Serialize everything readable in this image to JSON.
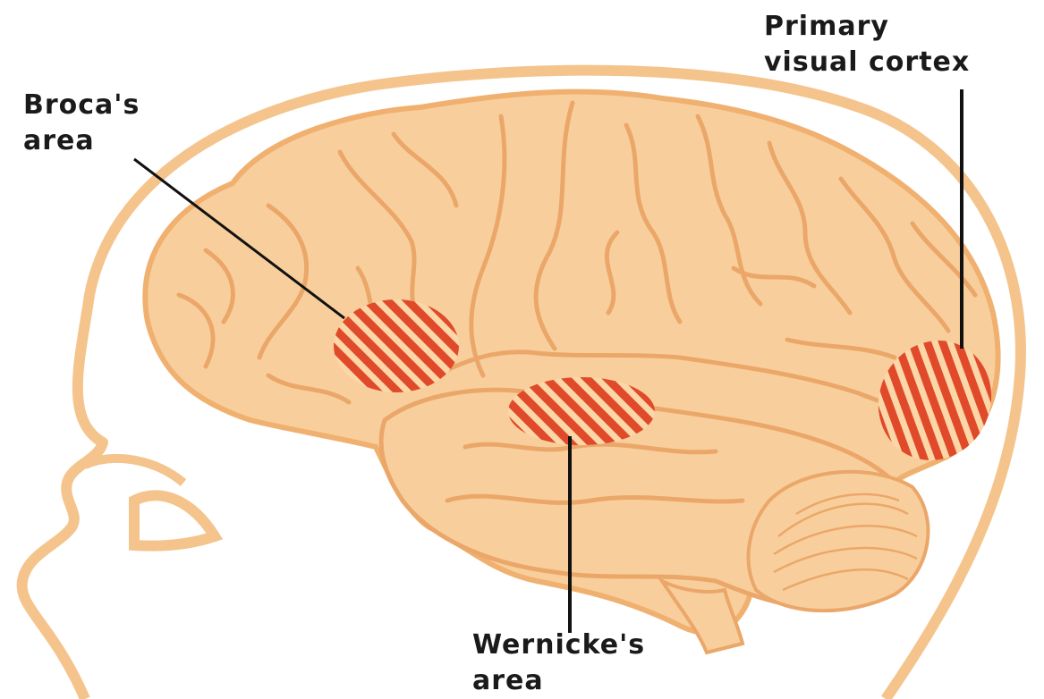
{
  "labels": {
    "broca": [
      "Broca's",
      "area"
    ],
    "visual": [
      "Primary",
      "visual cortex"
    ],
    "wernicke": [
      "Wernicke's",
      "area"
    ]
  },
  "colors": {
    "background": "#ffffff",
    "head_outline": "#f4c48c",
    "brain_fill": "#f8cf9c",
    "brain_stroke": "#f0b070",
    "sulci": "#eba769",
    "region_stripe_a": "#e04a2a",
    "region_stripe_b": "#fbd7a8",
    "leader_line": "#111111"
  }
}
